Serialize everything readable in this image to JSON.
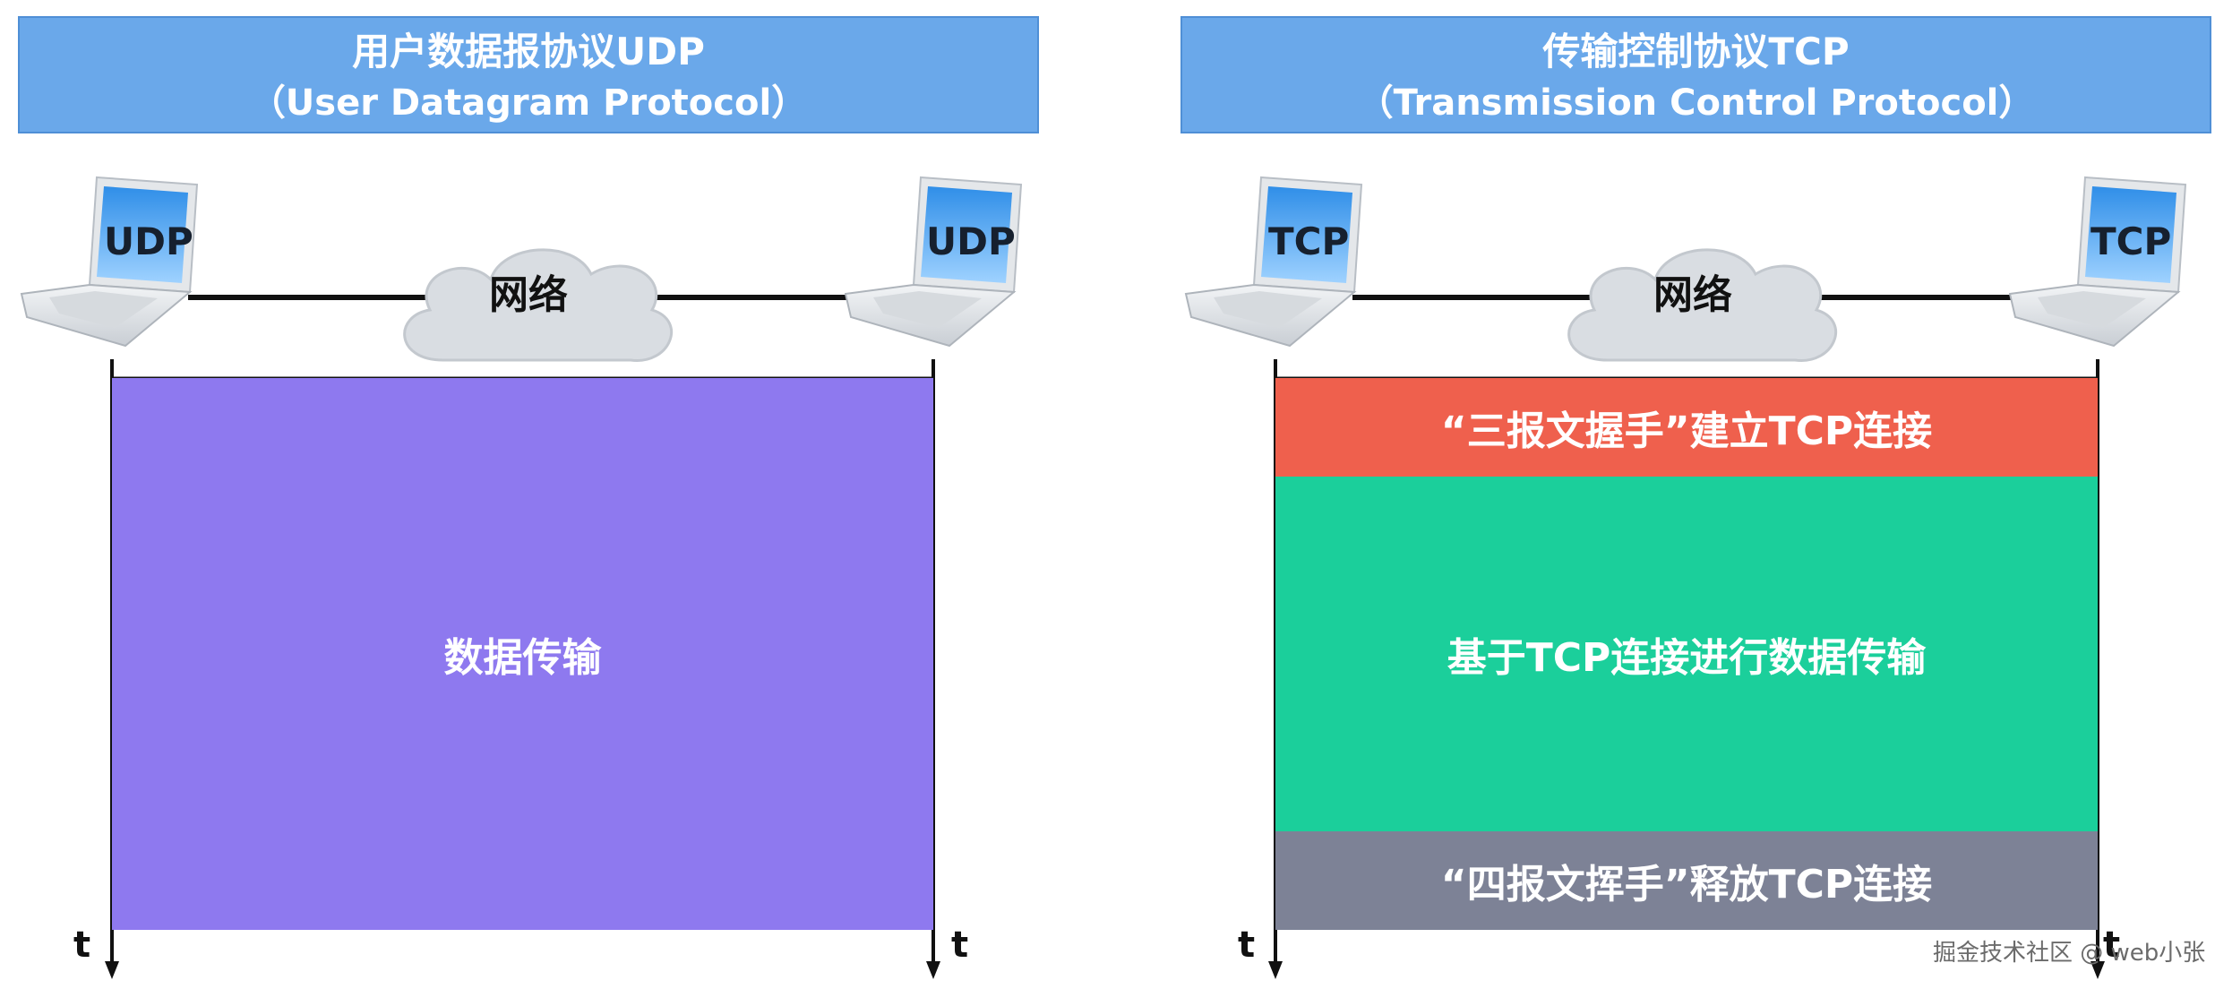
{
  "udp": {
    "title_line1": "用户数据报协议UDP",
    "title_line2": "（User Datagram Protocol）",
    "left_host_label": "UDP",
    "right_host_label": "UDP",
    "network_label": "网络",
    "data_block": "数据传输",
    "time_left": "t",
    "time_right": "t"
  },
  "tcp": {
    "title_line1": "传输控制协议TCP",
    "title_line2": "（Transmission Control Protocol）",
    "left_host_label": "TCP",
    "right_host_label": "TCP",
    "network_label": "网络",
    "handshake_block": "“三报文握手”建立TCP连接",
    "data_block": "基于TCP连接进行数据传输",
    "wave_block": "“四报文挥手”释放TCP连接",
    "time_left": "t",
    "time_right": "t"
  },
  "colors": {
    "title_bg": "#6aa8ea",
    "udp_block": "#8e79ef",
    "handshake_block": "#ef604d",
    "tcp_data_block": "#1bcf9b",
    "wave_block": "#7d8296"
  },
  "icons": [
    "laptop-icon",
    "network-cloud-icon"
  ],
  "watermark": "掘金技术社区 @ web小张"
}
